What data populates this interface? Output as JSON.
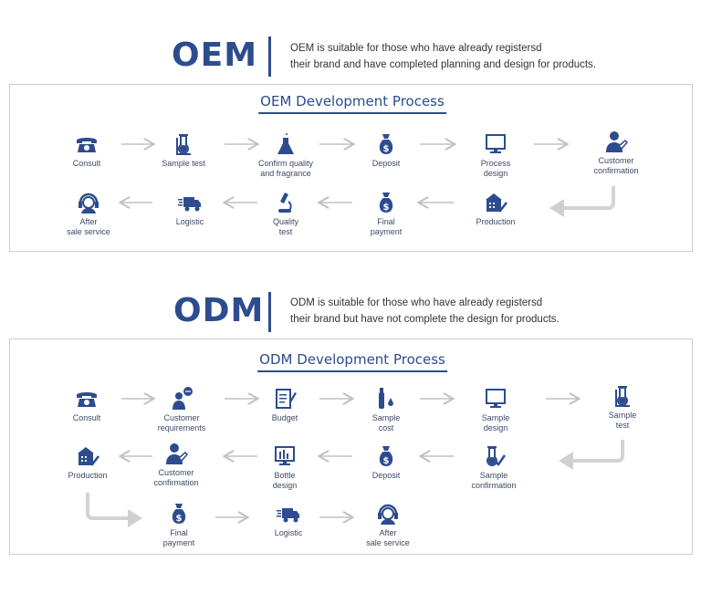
{
  "oem": {
    "heading": "OEM",
    "description": "OEM is suitable for those who have already registersd\ntheir brand and have completed planning and design for products.",
    "process_title": "OEM Development Process",
    "steps": [
      "Consult",
      "Sample test",
      "Confirm quality\nand fragrance",
      "Deposit",
      "Process\ndesign",
      "Customer\nconfirmation",
      "Production",
      "Final\npayment",
      "Quality\ntest",
      "Logistic",
      "After\nsale service"
    ]
  },
  "odm": {
    "heading": "ODM",
    "description": "ODM is suitable for those who have already registersd\ntheir brand but have not complete the design for products.",
    "process_title": "ODM Development Process",
    "steps": [
      "Consult",
      "Customer\nrequirements",
      "Budget",
      "Sample\ncost",
      "Sample\ndesign",
      "Sample\ntest",
      "Sample\nconfirmation",
      "Deposit",
      "Bottle\ndesign",
      "Customer\nconfirmation",
      "Production",
      "Final\npayment",
      "Logistic",
      "After\nsale service"
    ]
  },
  "colors": {
    "brand": "#2d4c8f",
    "arrow": "#c8c8c8"
  }
}
